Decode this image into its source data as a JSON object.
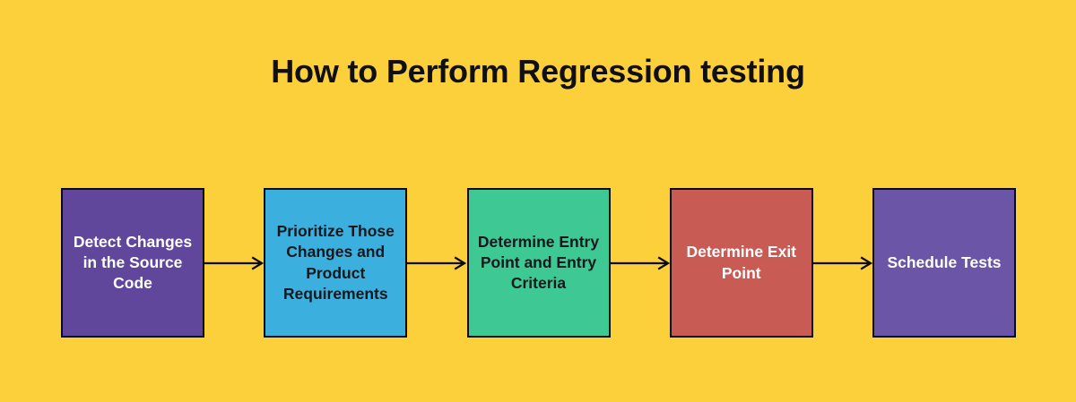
{
  "page": {
    "title": "How to Perform Regression testing",
    "background_color": "#fcd03a",
    "text_dark": "#101014",
    "text_light": "#ffffff",
    "border_color": "#0b0b0d",
    "arrow_color": "#0b0b0d"
  },
  "flow": {
    "arrow_icon": "arrow-right-icon",
    "steps": [
      {
        "index": 1,
        "label": "Detect Changes in the Source Code",
        "fill": "#61479b",
        "text_color": "#ffffff"
      },
      {
        "index": 2,
        "label": "Prioritize Those Changes and Product Requirements",
        "fill": "#3bb0de",
        "text_color": "#16181c"
      },
      {
        "index": 3,
        "label": "Determine Entry Point and Entry Criteria",
        "fill": "#3dc894",
        "text_color": "#16181c"
      },
      {
        "index": 4,
        "label": "Determine Exit Point",
        "fill": "#c85c54",
        "text_color": "#ffffff"
      },
      {
        "index": 5,
        "label": "Schedule Tests",
        "fill": "#6b55a6",
        "text_color": "#ffffff"
      }
    ]
  }
}
